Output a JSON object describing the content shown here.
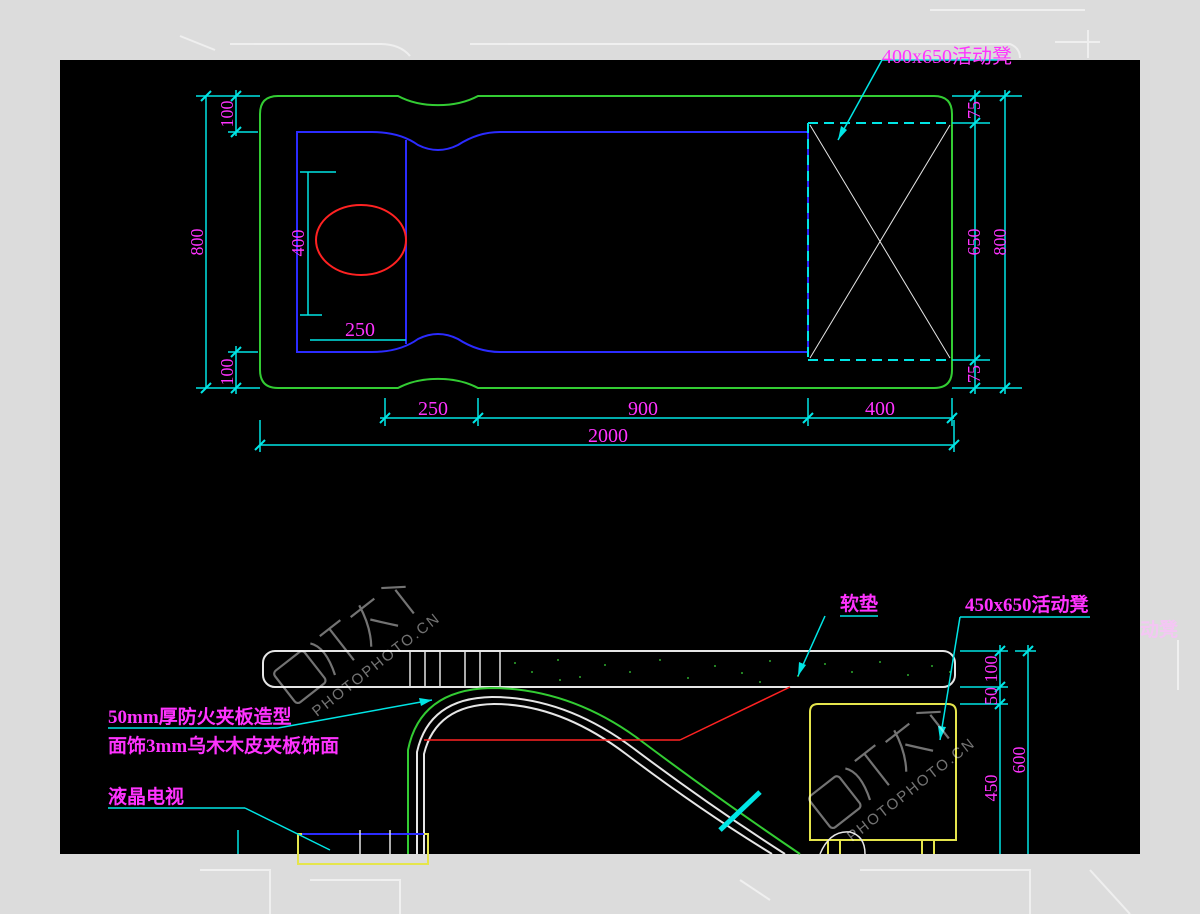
{
  "plan": {
    "dims": {
      "total_length": "2000",
      "seg_head": "250",
      "seg_middle": "900",
      "seg_stool": "400",
      "total_width_left": "800",
      "total_width_right": "800",
      "edge_top": "100",
      "edge_bottom": "100",
      "face_hole_height": "400",
      "face_hole_width": "250",
      "stool_width": "650",
      "stool_top_margin": "75",
      "stool_bottom_margin": "75"
    },
    "stool_callout_partial": "400x650活动凳"
  },
  "elevation": {
    "labels": {
      "cushion": "软垫",
      "stool": "450x650活动凳",
      "board_line1": "50mm厚防火夹板造型",
      "board_line2": "面饰3mm乌木木皮夹板饰面",
      "tv": "液晶电视"
    },
    "dims": {
      "d100": "100",
      "d50": "50",
      "d450": "450",
      "d600": "600"
    }
  },
  "watermark": {
    "text": "PHOTOPHOTO.CN",
    "logo": "图行天下"
  },
  "ghost": {
    "stool": "动凳"
  },
  "colors": {
    "background": "#000000",
    "frame": "#dcdcdc",
    "dimension_text": "#ff33ff",
    "dimension_line": "#00e5e5",
    "outline_green": "#33cc33",
    "outline_blue": "#2b2bff",
    "face_hole_red": "#ff2222",
    "stool_yellow": "#e5e54c"
  }
}
